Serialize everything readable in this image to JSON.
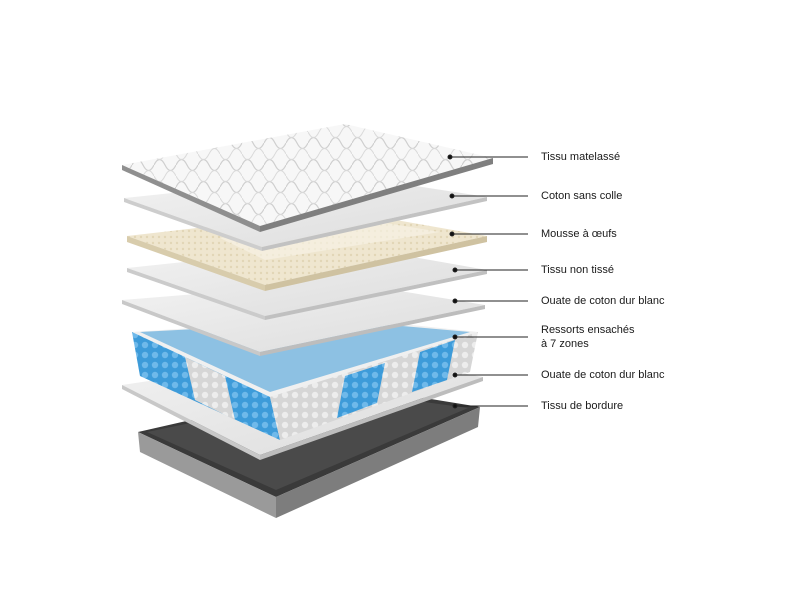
{
  "layers": [
    {
      "id": "tissu-matelasse",
      "label": "Tissu matelassé"
    },
    {
      "id": "coton-sans-colle",
      "label": "Coton sans colle"
    },
    {
      "id": "mousse-a-oeufs",
      "label": "Mousse à œufs"
    },
    {
      "id": "tissu-non-tisse",
      "label": "Tissu non tissé"
    },
    {
      "id": "ouate-1",
      "label": "Ouate de coton dur blanc"
    },
    {
      "id": "ressorts",
      "label": "Ressorts ensachés",
      "label_line2": "à 7 zones"
    },
    {
      "id": "ouate-2",
      "label": "Ouate de coton dur blanc"
    },
    {
      "id": "tissu-bordure",
      "label": "Tissu de bordure"
    }
  ]
}
